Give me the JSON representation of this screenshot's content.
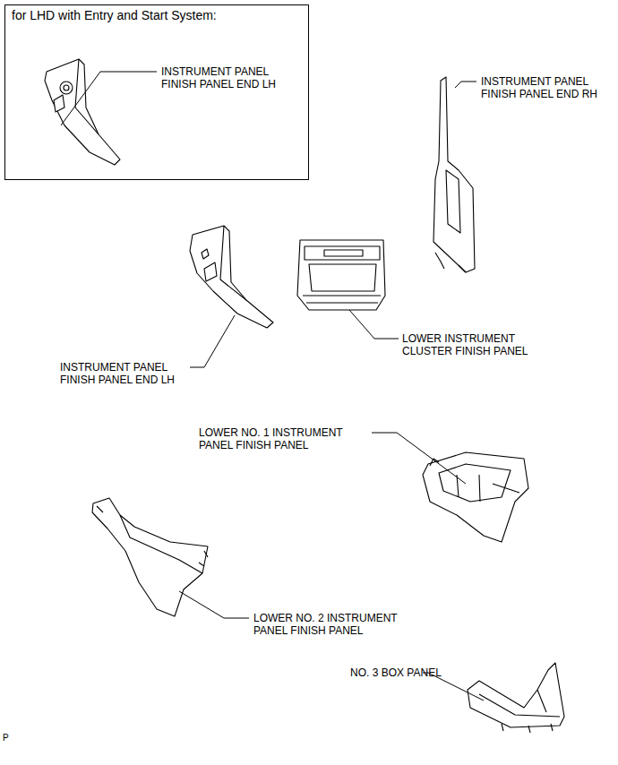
{
  "diagram": {
    "nodes": [
      {
        "text": [
          "for LHD with Entry and Start System:",
          "INSTRUMENT PANEL FINISH PANEL END LH"
        ]
      }
    ],
    "labels": [
      "INSTRUMENT PANEL FINISH PANEL END RH",
      "LOWER INSTRUMENT CLUSTER FINISH PANEL",
      "INSTRUMENT PANEL FINISH PANEL END LH",
      "LOWER NO. 1 INSTRUMENT PANEL FINISH PANEL",
      "LOWER NO. 2 INSTRUMENT PANEL FINISH PANEL",
      "NO. 3 BOX PANEL",
      "P"
    ]
  }
}
